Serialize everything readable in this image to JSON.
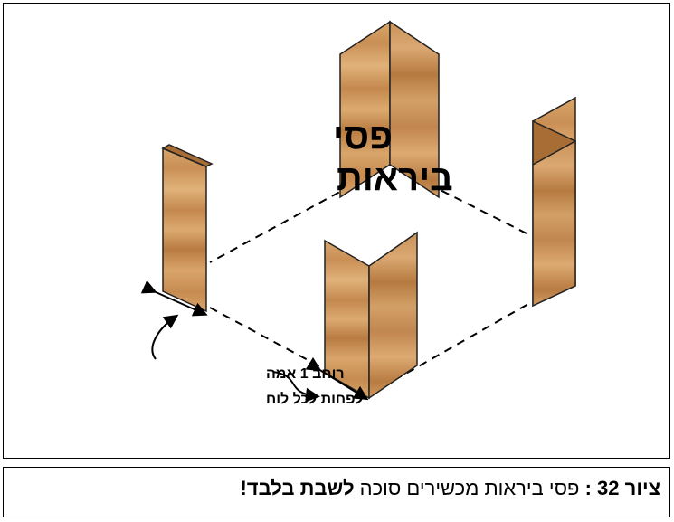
{
  "diagram": {
    "title_line1": "פסי",
    "title_line2": "ביראות",
    "width_label_line1": "רוחב 1 אמה",
    "width_label_line2": "לפחות לכל לוח"
  },
  "caption": {
    "figure_label": "ציור 32",
    "separator": " : ",
    "text": "פסי ביראות מכשירים סוכה ",
    "emphasis": "לשבת בלבד!"
  }
}
